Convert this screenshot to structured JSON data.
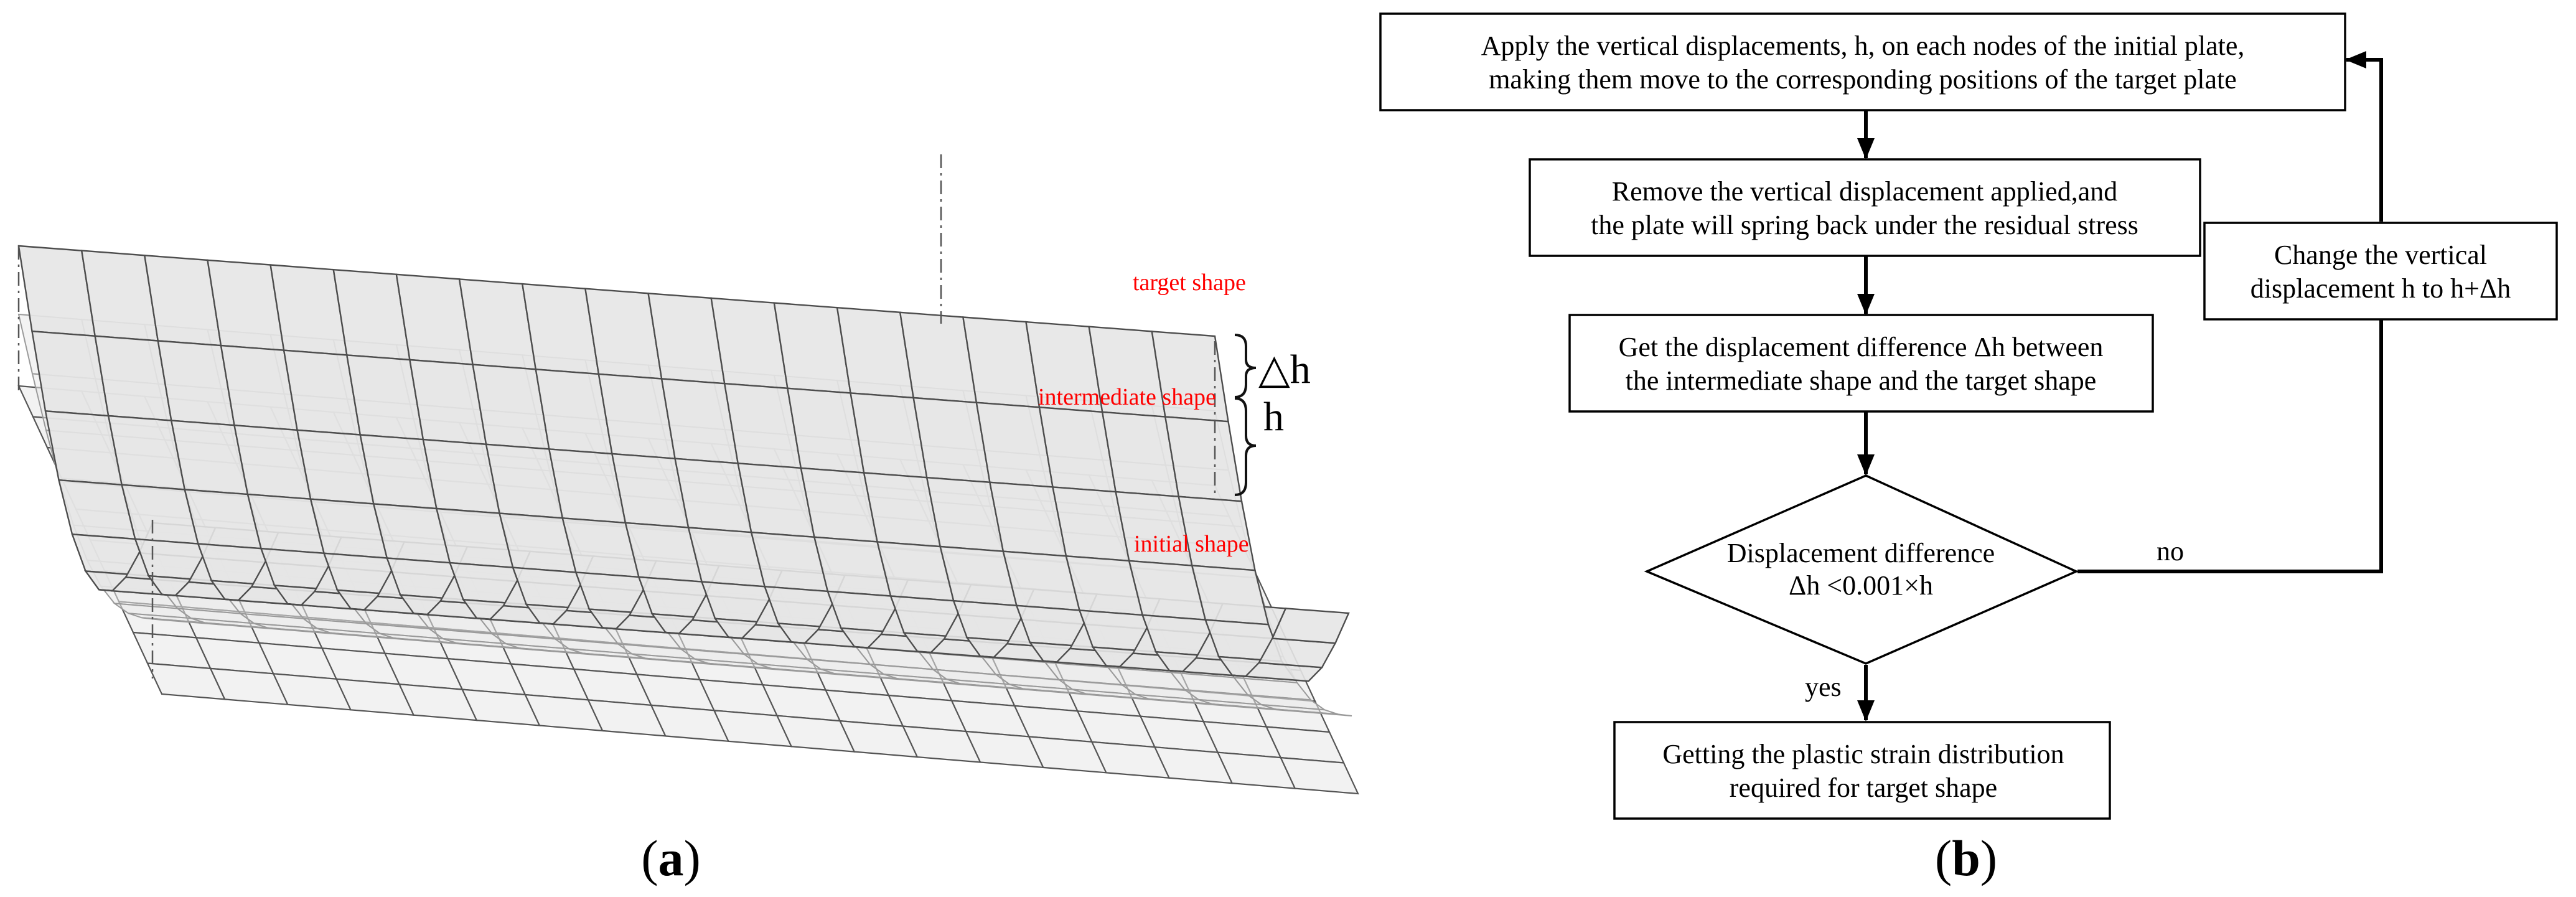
{
  "panel_a": {
    "caption_open": "(",
    "caption_letter": "a",
    "caption_close": ")",
    "labels": {
      "target": "target shape",
      "intermediate": "intermediate shape",
      "initial": "initial shape",
      "delta_h": "△h",
      "h": "h"
    },
    "colors": {
      "label": "#ff0000",
      "target_fill": "#e6e6e6",
      "grid_line": "#4d4d4d"
    }
  },
  "panel_b": {
    "caption_open": "(",
    "caption_letter": "b",
    "caption_close": ")",
    "steps": {
      "apply": [
        "Apply the vertical displacements, h, on each nodes of the initial plate,",
        "making them move to the corresponding positions of the target plate"
      ],
      "remove": [
        "Remove the vertical displacement applied,and",
        "the plate will spring back under the residual stress"
      ],
      "difference": [
        "Get the displacement difference  Δh  between",
        "the intermediate shape and the target shape"
      ],
      "decision": [
        "Displacement difference",
        "Δh <0.001×h"
      ],
      "result": [
        "Getting the plastic strain distribution",
        "required for target shape"
      ],
      "change": [
        "Change the vertical",
        "displacement h to h+Δh"
      ]
    },
    "edges": {
      "no": "no",
      "yes": "yes"
    }
  }
}
